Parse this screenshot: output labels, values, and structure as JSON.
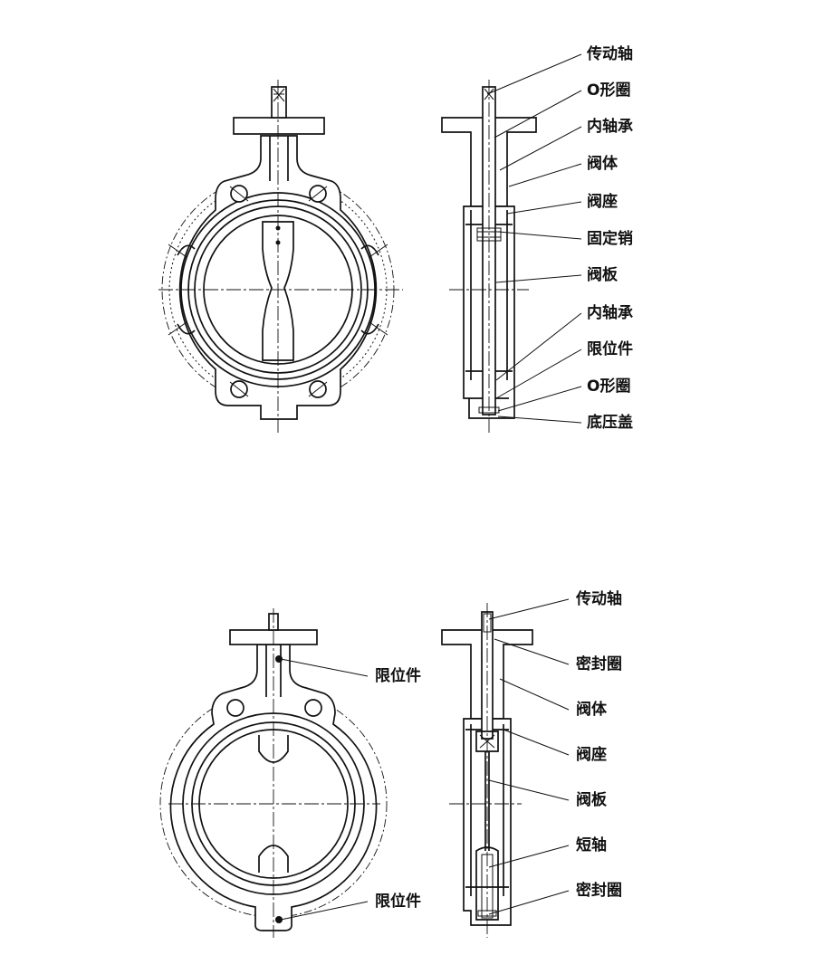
{
  "top_assembly": {
    "labels": [
      "传动轴",
      "O形圈",
      "内轴承",
      "阀体",
      "阀座",
      "固定销",
      "阀板",
      "内轴承",
      "限位件",
      "O形圈",
      "底压盖"
    ]
  },
  "bottom_assembly": {
    "front_labels": [
      "限位件",
      "限位件"
    ],
    "side_labels": [
      "传动轴",
      "密封圈",
      "阀体",
      "阀座",
      "阀板",
      "短轴",
      "密封圈"
    ]
  }
}
